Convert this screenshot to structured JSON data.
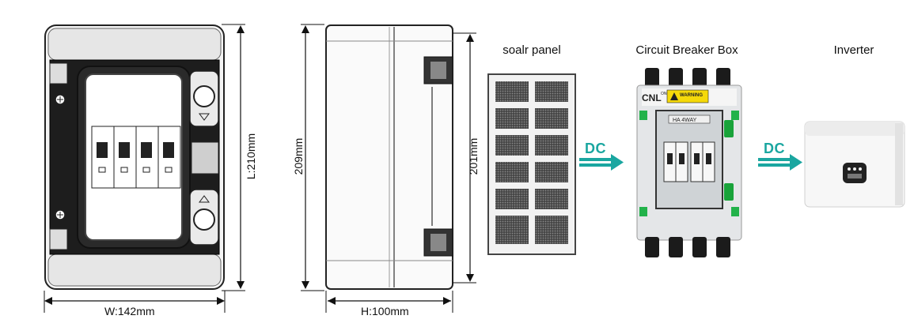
{
  "front_view": {
    "height_label": "L:210mm",
    "width_label": "W:142mm"
  },
  "side_view": {
    "total_height_label": "209mm",
    "body_height_label": "201mm",
    "depth_label": "H:100mm"
  },
  "flow": {
    "solar_panel_label": "soalr panel",
    "breaker_box_label": "Circuit Breaker Box",
    "inverter_label": "Inverter",
    "arrow1_label": "DC",
    "arrow2_label": "DC",
    "arrow_color": "#1aa6a0"
  },
  "breaker_box": {
    "brand": "CNL",
    "brand_suffix": "ONO",
    "warning_label": "WARNING",
    "model_label": "HA 4WAY"
  }
}
